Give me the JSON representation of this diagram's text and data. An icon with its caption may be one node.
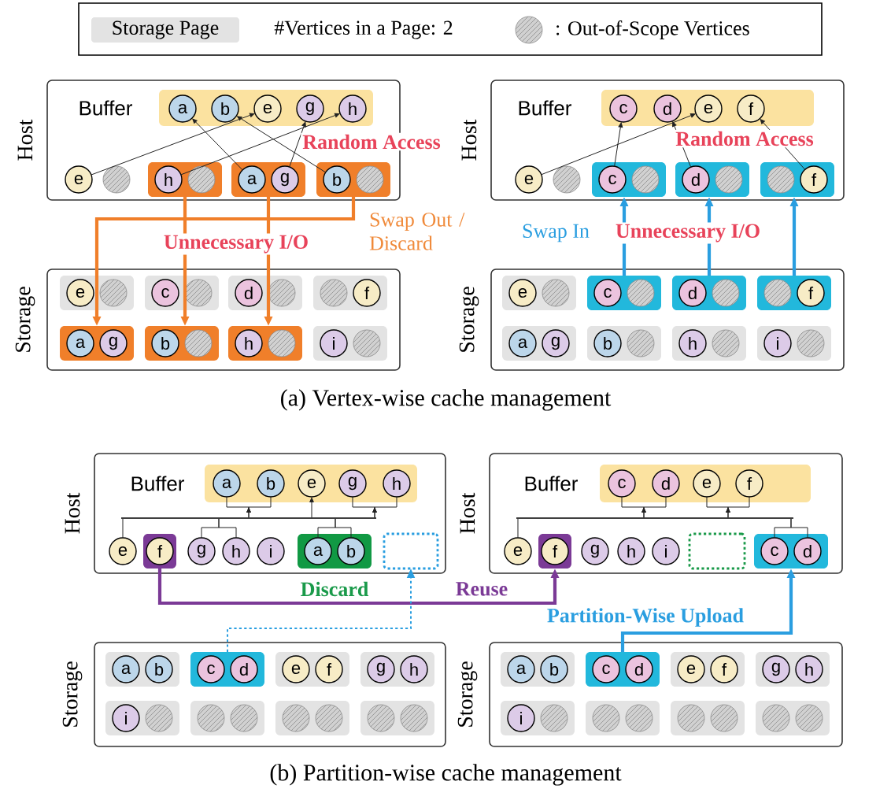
{
  "diagram": {
    "nodes": [
      {
        "text": [
          "Host"
        ]
      },
      {
        "text": [
          "Buffer"
        ],
        "in": 0
      },
      {
        "text": [
          "a"
        ],
        "in": 1
      },
      {
        "text": [
          "b"
        ],
        "in": 1
      },
      {
        "text": [
          "e"
        ],
        "in": 1
      },
      {
        "text": [
          "g"
        ],
        "in": 1
      },
      {
        "text": [
          "h"
        ],
        "in": 1
      },
      {
        "text": [
          "e"
        ],
        "in": 0
      },
      {
        "text": [],
        "shape": "circle",
        "in": 0
      },
      {
        "text": [],
        "shape": "box",
        "in": 0
      },
      {
        "text": [
          "h"
        ],
        "in": 9
      },
      {
        "text": [],
        "shape": "circle",
        "in": 9
      },
      {
        "text": [],
        "shape": "box",
        "in": 0
      },
      {
        "text": [
          "a"
        ],
        "in": 12
      },
      {
        "text": [
          "g"
        ],
        "in": 12
      },
      {
        "text": [],
        "shape": "box",
        "in": 0
      },
      {
        "text": [
          "b"
        ],
        "in": 15
      },
      {
        "text": [],
        "shape": "circle",
        "in": 15
      },
      {
        "text": [
          "Storage"
        ]
      },
      {
        "text": [],
        "shape": "box",
        "in": 18
      },
      {
        "text": [
          "e"
        ],
        "in": 19
      },
      {
        "text": [],
        "shape": "circle",
        "in": 19
      },
      {
        "text": [],
        "shape": "box",
        "in": 18
      },
      {
        "text": [
          "c"
        ],
        "in": 22
      },
      {
        "text": [],
        "shape": "circle",
        "in": 22
      },
      {
        "text": [],
        "shape": "box",
        "in": 18
      },
      {
        "text": [
          "d"
        ],
        "in": 25
      },
      {
        "text": [],
        "shape": "circle",
        "in": 25
      },
      {
        "text": [],
        "shape": "box",
        "in": 18
      },
      {
        "text": [],
        "shape": "circle",
        "in": 28
      },
      {
        "text": [
          "f"
        ],
        "in": 28
      },
      {
        "text": [],
        "shape": "box",
        "in": 18
      },
      {
        "text": [
          "a"
        ],
        "in": 31
      },
      {
        "text": [
          "g"
        ],
        "in": 31
      },
      {
        "text": [],
        "shape": "box",
        "in": 18
      },
      {
        "text": [
          "b"
        ],
        "in": 34
      },
      {
        "text": [],
        "shape": "circle",
        "in": 34
      },
      {
        "text": [],
        "shape": "box",
        "in": 18
      },
      {
        "text": [
          "h"
        ],
        "in": 37
      },
      {
        "text": [],
        "shape": "circle",
        "in": 37
      },
      {
        "text": [],
        "shape": "box",
        "in": 18
      },
      {
        "text": [
          "i"
        ],
        "in": 40
      },
      {
        "text": [],
        "shape": "circle",
        "in": 40
      },
      {
        "text": [
          "Host"
        ]
      },
      {
        "text": [
          "Buffer"
        ],
        "in": 43
      },
      {
        "text": [
          "c"
        ],
        "in": 44
      },
      {
        "text": [
          "d"
        ],
        "in": 44
      },
      {
        "text": [
          "e"
        ],
        "in": 44
      },
      {
        "text": [
          "f"
        ],
        "in": 44
      },
      {
        "text": [
          "e"
        ],
        "in": 43
      },
      {
        "text": [],
        "shape": "circle",
        "in": 43
      },
      {
        "text": [],
        "shape": "box",
        "in": 43
      },
      {
        "text": [
          "c"
        ],
        "in": 51
      },
      {
        "text": [],
        "shape": "circle",
        "in": 51
      },
      {
        "text": [],
        "shape": "box",
        "in": 43
      },
      {
        "text": [
          "d"
        ],
        "in": 54
      },
      {
        "text": [],
        "shape": "circle",
        "in": 54
      },
      {
        "text": [],
        "shape": "box",
        "in": 43
      },
      {
        "text": [],
        "shape": "circle",
        "in": 57
      },
      {
        "text": [
          "f"
        ],
        "in": 57
      },
      {
        "text": [
          "Storage"
        ]
      },
      {
        "text": [],
        "shape": "box",
        "in": 60
      },
      {
        "text": [
          "e"
        ],
        "in": 61
      },
      {
        "text": [],
        "shape": "circle",
        "in": 61
      },
      {
        "text": [],
        "shape": "box",
        "in": 60
      },
      {
        "text": [
          "c"
        ],
        "in": 64
      },
      {
        "text": [],
        "shape": "circle",
        "in": 64
      },
      {
        "text": [],
        "shape": "box",
        "in": 60
      },
      {
        "text": [
          "d"
        ],
        "in": 67
      },
      {
        "text": [],
        "shape": "circle",
        "in": 67
      },
      {
        "text": [],
        "shape": "box",
        "in": 60
      },
      {
        "text": [],
        "shape": "circle",
        "in": 70
      },
      {
        "text": [
          "f"
        ],
        "in": 70
      },
      {
        "text": [],
        "shape": "box",
        "in": 60
      },
      {
        "text": [
          "a"
        ],
        "in": 73
      },
      {
        "text": [
          "g"
        ],
        "in": 73
      },
      {
        "text": [],
        "shape": "box",
        "in": 60
      },
      {
        "text": [
          "b"
        ],
        "in": 76
      },
      {
        "text": [],
        "shape": "circle",
        "in": 76
      },
      {
        "text": [],
        "shape": "box",
        "in": 60
      },
      {
        "text": [
          "h"
        ],
        "in": 79
      },
      {
        "text": [],
        "shape": "circle",
        "in": 79
      },
      {
        "text": [],
        "shape": "box",
        "in": 60
      },
      {
        "text": [
          "i"
        ],
        "in": 82
      },
      {
        "text": [],
        "shape": "circle",
        "in": 82
      },
      {
        "text": [
          "Host"
        ]
      },
      {
        "text": [
          "Buffer"
        ],
        "in": 85
      },
      {
        "text": [
          "a"
        ],
        "in": 86
      },
      {
        "text": [
          "b"
        ],
        "in": 86
      },
      {
        "text": [
          "e"
        ],
        "in": 86
      },
      {
        "text": [
          "g"
        ],
        "in": 86
      },
      {
        "text": [
          "h"
        ],
        "in": 86
      },
      {
        "text": [
          "e"
        ],
        "in": 85
      },
      {
        "text": [],
        "shape": "box",
        "in": 85
      },
      {
        "text": [
          "f"
        ],
        "in": 93
      },
      {
        "text": [
          "g"
        ],
        "in": 85
      },
      {
        "text": [
          "h"
        ],
        "in": 85
      },
      {
        "text": [
          "i"
        ],
        "in": 85
      },
      {
        "text": [],
        "shape": "box",
        "in": 85,
        "beside": [
          "Discard"
        ]
      },
      {
        "text": [
          "a"
        ],
        "in": 98
      },
      {
        "text": [
          "b"
        ],
        "in": 98
      },
      {
        "text": [],
        "shape": "box",
        "in": 85
      },
      {
        "text": [
          "Storage"
        ]
      },
      {
        "text": [],
        "shape": "box",
        "in": 102
      },
      {
        "text": [
          "a"
        ],
        "in": 103
      },
      {
        "text": [
          "b"
        ],
        "in": 103
      },
      {
        "text": [],
        "shape": "box",
        "in": 102
      },
      {
        "text": [
          "c"
        ],
        "in": 106
      },
      {
        "text": [
          "d"
        ],
        "in": 106
      },
      {
        "text": [],
        "shape": "box",
        "in": 102
      },
      {
        "text": [
          "e"
        ],
        "in": 109
      },
      {
        "text": [
          "f"
        ],
        "in": 109
      },
      {
        "text": [],
        "shape": "box",
        "in": 102
      },
      {
        "text": [
          "g"
        ],
        "in": 112
      },
      {
        "text": [
          "h"
        ],
        "in": 112
      },
      {
        "text": [],
        "shape": "box",
        "in": 102
      },
      {
        "text": [
          "i"
        ],
        "in": 115
      },
      {
        "text": [],
        "shape": "circle",
        "in": 115
      },
      {
        "text": [],
        "shape": "box",
        "in": 102
      },
      {
        "text": [],
        "shape": "circle",
        "in": 118
      },
      {
        "text": [],
        "shape": "circle",
        "in": 118
      },
      {
        "text": [],
        "shape": "box",
        "in": 102
      },
      {
        "text": [],
        "shape": "circle",
        "in": 121
      },
      {
        "text": [],
        "shape": "circle",
        "in": 121
      },
      {
        "text": [],
        "shape": "box",
        "in": 102
      },
      {
        "text": [],
        "shape": "circle",
        "in": 124
      },
      {
        "text": [],
        "shape": "circle",
        "in": 124
      },
      {
        "text": [
          "Host"
        ]
      },
      {
        "text": [
          "Buffer"
        ],
        "in": 127
      },
      {
        "text": [
          "c"
        ],
        "in": 128
      },
      {
        "text": [
          "d"
        ],
        "in": 128
      },
      {
        "text": [
          "e"
        ],
        "in": 128
      },
      {
        "text": [
          "f"
        ],
        "in": 128
      },
      {
        "text": [
          "e"
        ],
        "in": 127
      },
      {
        "text": [],
        "shape": "box",
        "in": 127
      },
      {
        "text": [
          "f"
        ],
        "in": 134
      },
      {
        "text": [
          "g"
        ],
        "in": 127
      },
      {
        "text": [
          "h"
        ],
        "in": 127
      },
      {
        "text": [
          "i"
        ],
        "in": 127
      },
      {
        "text": [],
        "shape": "box",
        "in": 127
      },
      {
        "text": [],
        "shape": "box",
        "in": 127
      },
      {
        "text": [
          "c"
        ],
        "in": 140
      },
      {
        "text": [
          "d"
        ],
        "in": 140
      },
      {
        "text": [
          "Storage"
        ]
      },
      {
        "text": [],
        "shape": "box",
        "in": 143
      },
      {
        "text": [
          "a"
        ],
        "in": 144
      },
      {
        "text": [
          "b"
        ],
        "in": 144
      },
      {
        "text": [],
        "shape": "box",
        "in": 143
      },
      {
        "text": [
          "c"
        ],
        "in": 147
      },
      {
        "text": [
          "d"
        ],
        "in": 147
      },
      {
        "text": [],
        "shape": "box",
        "in": 143
      },
      {
        "text": [
          "e"
        ],
        "in": 150
      },
      {
        "text": [
          "f"
        ],
        "in": 150
      },
      {
        "text": [],
        "shape": "box",
        "in": 143
      },
      {
        "text": [
          "g"
        ],
        "in": 153
      },
      {
        "text": [
          "h"
        ],
        "in": 153
      },
      {
        "text": [],
        "shape": "box",
        "in": 143
      },
      {
        "text": [
          "i"
        ],
        "in": 156
      },
      {
        "text": [],
        "shape": "circle",
        "in": 156
      },
      {
        "text": [],
        "shape": "box",
        "in": 143
      },
      {
        "text": [],
        "shape": "circle",
        "in": 159
      },
      {
        "text": [],
        "shape": "circle",
        "in": 159
      },
      {
        "text": [],
        "shape": "box",
        "in": 143
      },
      {
        "text": [],
        "shape": "circle",
        "in": 162
      },
      {
        "text": [],
        "shape": "circle",
        "in": 162
      },
      {
        "text": [],
        "shape": "box",
        "in": 143
      },
      {
        "text": [],
        "shape": "circle",
        "in": 165
      },
      {
        "text": [],
        "shape": "circle",
        "in": 165
      },
      {
        "text": [],
        "shape": "bar",
        "in": 85
      },
      {
        "text": [],
        "shape": "bar",
        "in": 127
      }
    ],
    "edges": [
      {
        "from": 7,
        "to": 4,
        "arrow": "to"
      },
      {
        "from": 10,
        "to": 6,
        "arrow": "to"
      },
      {
        "from": 13,
        "to": 2,
        "arrow": "to"
      },
      {
        "from": 14,
        "to": 5,
        "arrow": "to"
      },
      {
        "from": 16,
        "to": 3,
        "arrow": "to"
      },
      {
        "from": 9,
        "to": 34,
        "arrow": "to",
        "style": "thick",
        "color": "#f07f2a"
      },
      {
        "from": 12,
        "to": 37,
        "arrow": "to",
        "style": "thick",
        "color": "#f07f2a"
      },
      {
        "from": 15,
        "to": 31,
        "arrow": "to",
        "style": "thick",
        "color": "#f07f2a"
      },
      {
        "from": 49,
        "to": 47,
        "arrow": "to"
      },
      {
        "from": 52,
        "to": 45,
        "arrow": "to"
      },
      {
        "from": 55,
        "to": 46,
        "arrow": "to"
      },
      {
        "from": 59,
        "to": 48,
        "arrow": "to"
      },
      {
        "from": 64,
        "to": 51,
        "arrow": "to",
        "style": "thick",
        "color": "#2a9ee0"
      },
      {
        "from": 67,
        "to": 54,
        "arrow": "to",
        "style": "thick",
        "color": "#2a9ee0"
      },
      {
        "from": 70,
        "to": 57,
        "arrow": "to",
        "style": "thick",
        "color": "#2a9ee0"
      },
      {
        "from": 93,
        "to": 134,
        "arrow": "to",
        "style": "thick",
        "color": "#7b3a96",
        "label": "Reuse"
      },
      {
        "from": 106,
        "to": 101,
        "arrow": "to",
        "style": "dashed",
        "color": "#2a9ee0"
      },
      {
        "from": 147,
        "to": 140,
        "arrow": "to",
        "style": "thick",
        "color": "#2a9ee0",
        "label": "Partition-Wise Upload"
      },
      {
        "from": 92,
        "to": 168,
        "arrow": "none"
      },
      {
        "from": 95,
        "to": 168,
        "arrow": "none"
      },
      {
        "from": 96,
        "to": 168,
        "arrow": "none"
      },
      {
        "from": 99,
        "to": 168,
        "arrow": "none"
      },
      {
        "from": 100,
        "to": 168,
        "arrow": "none"
      },
      {
        "from": 168,
        "to": 87,
        "arrow": "to"
      },
      {
        "from": 168,
        "to": 88,
        "arrow": "to"
      },
      {
        "from": 168,
        "to": 89,
        "arrow": "to"
      },
      {
        "from": 168,
        "to": 90,
        "arrow": "to"
      },
      {
        "from": 168,
        "to": 91,
        "arrow": "to"
      },
      {
        "from": 133,
        "to": 169,
        "arrow": "none"
      },
      {
        "from": 141,
        "to": 169,
        "arrow": "none"
      },
      {
        "from": 142,
        "to": 169,
        "arrow": "none"
      },
      {
        "from": 169,
        "to": 129,
        "arrow": "to"
      },
      {
        "from": 169,
        "to": 130,
        "arrow": "to"
      },
      {
        "from": 169,
        "to": 131,
        "arrow": "to"
      },
      {
        "from": 169,
        "to": 132,
        "arrow": "to"
      }
    ],
    "labels": [
      "#Vertices in a Page: 2",
      "Random Access",
      "Unnecessary I/O",
      "Swap Out / Discard",
      "Random Access",
      "Swap In",
      "Unnecessary I/O",
      "(a) Vertex-wise cache management",
      "(b) Partition-wise cache management"
    ],
    "legend": [
      {
        "text": "Storage Page",
        "color": "#e3e3e3"
      },
      {
        "text": ": Out-of-Scope Vertices"
      }
    ]
  }
}
